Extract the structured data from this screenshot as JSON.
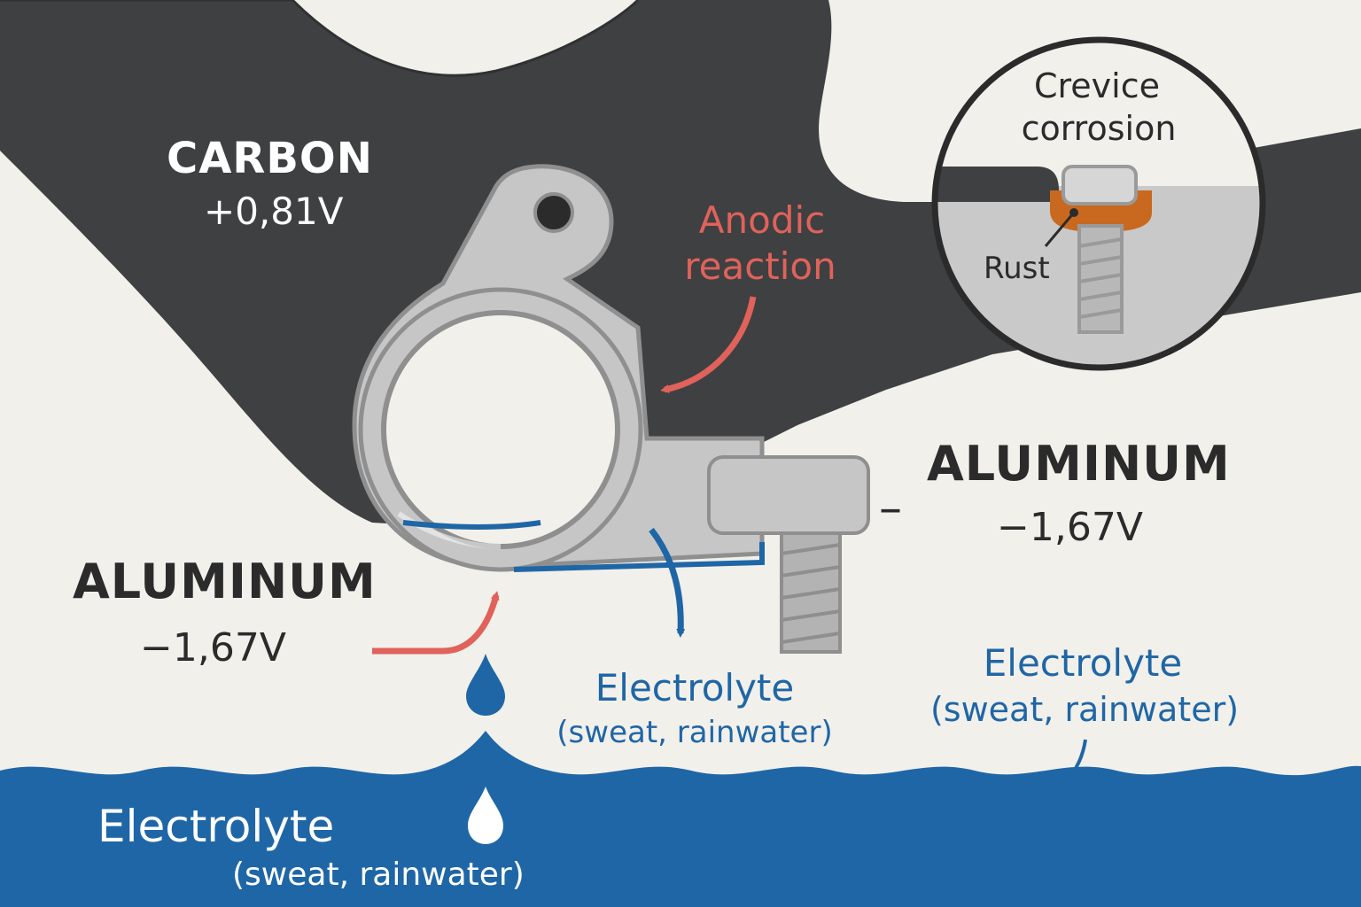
{
  "labels": {
    "carbon": {
      "name": "CARBON",
      "voltage": "+0,81V"
    },
    "aluminum_left": {
      "name": "ALUMINUM",
      "voltage": "−1,67V"
    },
    "aluminum_right": {
      "name": "ALUMINUM",
      "voltage": "−1,67V",
      "dash": "–"
    },
    "anodic": {
      "line1": "Anodic",
      "line2": "reaction"
    },
    "crevice": {
      "line1": "Crevice",
      "line2": "corrosion",
      "rust": "Rust"
    },
    "electrolyte_center": {
      "line1": "Electrolyte",
      "line2": "(sweat, rainwater)"
    },
    "electrolyte_right": {
      "line1": "Electrolyte",
      "line2": "(sweat, rainwater)"
    },
    "electrolyte_bottom": {
      "line1": "Electrolyte",
      "line2": "(sweat, rainwater)"
    }
  },
  "colors": {
    "background": "#f2f0eb",
    "carbon": "#3e4042",
    "aluminum": "#c6c6c6",
    "aluminum_dark": "#8f8f8f",
    "electrolyte": "#1f66a6",
    "anodic_arrow": "#e0625a",
    "rust": "#c8691f",
    "text_dark": "#2b2b2b",
    "text_white": "#ffffff"
  },
  "icons": [
    "water-drop-icon",
    "bolt-icon",
    "arrow-icon"
  ]
}
